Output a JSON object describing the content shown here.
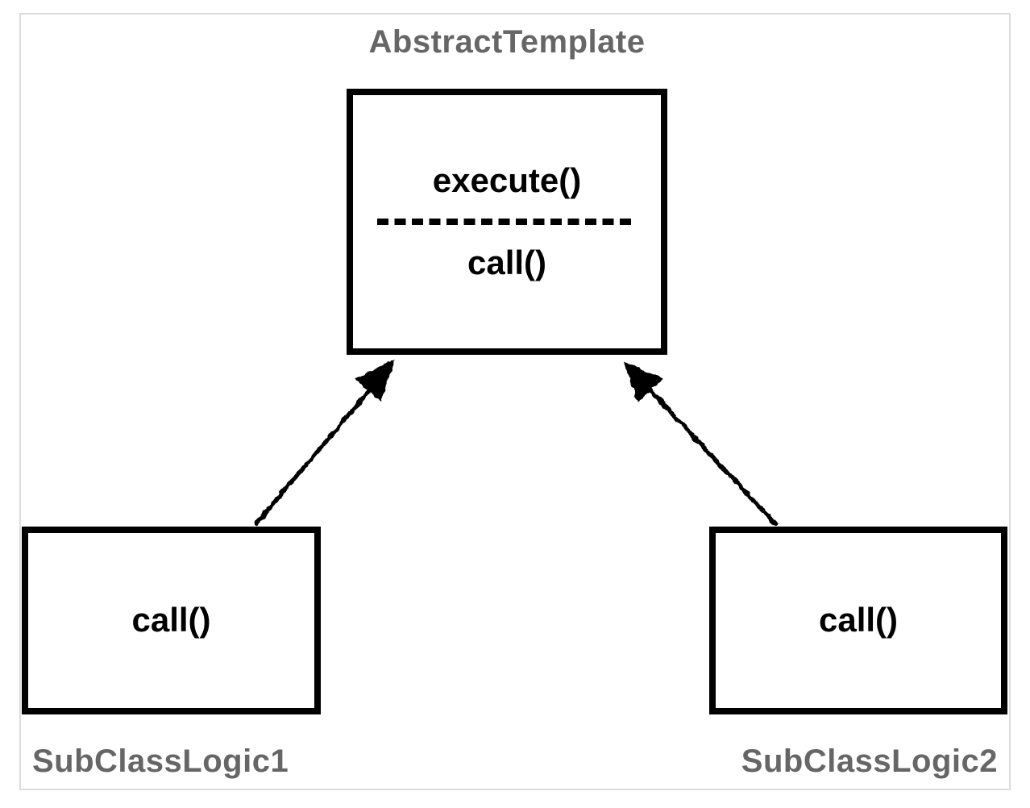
{
  "diagram": {
    "title": "AbstractTemplate",
    "abstract_box": {
      "method_template": "execute()",
      "method_hook": "call()"
    },
    "subclass_left": {
      "label": "SubClassLogic1",
      "method": "call()"
    },
    "subclass_right": {
      "label": "SubClassLogic2",
      "method": "call()"
    },
    "colors": {
      "box_border": "#000000",
      "label_gray": "#666666",
      "frame_border": "#dcdcdc",
      "background": "#ffffff",
      "arrow": "#000000"
    }
  }
}
